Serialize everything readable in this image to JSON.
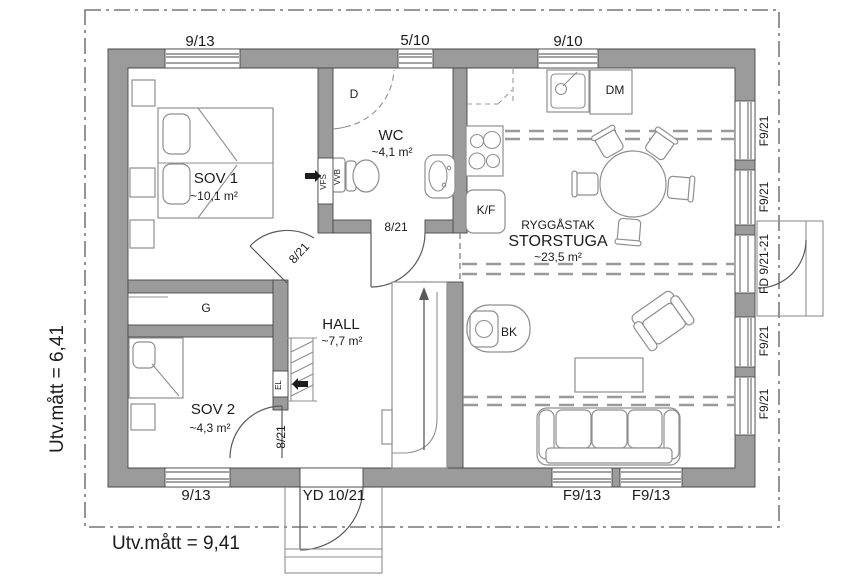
{
  "site": {
    "width_label": "Utv.mått = 9,41",
    "height_label": "Utv.mått = 6,41"
  },
  "rooms": {
    "sov1": {
      "name": "SOV 1",
      "area": "~10,1 m²"
    },
    "sov2": {
      "name": "SOV 2",
      "area": "~4,3 m²"
    },
    "wc": {
      "name": "WC",
      "area": "~4,1 m²"
    },
    "hall": {
      "name": "HALL",
      "area": "~7,7 m²"
    },
    "storstuga": {
      "name": "STORSTUGA",
      "area": "~23,5 m²",
      "roof_note": "RYGGÅSTAK"
    }
  },
  "openings": {
    "window_top_sov1": "9/13",
    "window_top_wc": "5/10",
    "window_top_kitchen": "9/10",
    "window_bottom_sov2": "9/13",
    "entry_door": "YD 10/21",
    "window_bottom_living_1": "F9/13",
    "window_bottom_living_2": "F9/13",
    "window_right_1": "F9/21",
    "window_right_2": "F9/21",
    "door_right_fd": "FD 9/21-21",
    "window_right_3": "F9/21",
    "window_right_4": "F9/21",
    "door_sov1": "8/21",
    "door_wc": "8/21",
    "door_sov2": "8/21"
  },
  "fixtures": {
    "wardrobe": "G",
    "shower": "D",
    "fridge_freezer": "K/F",
    "dishwasher": "DM",
    "wood_stove": "BK",
    "water_heater": "VVB",
    "vent_shaft": "VFS",
    "electrical": "EL"
  },
  "colors": {
    "wall": "#9b9b9b",
    "line": "#474747",
    "furniture": "#8f8f8f"
  }
}
